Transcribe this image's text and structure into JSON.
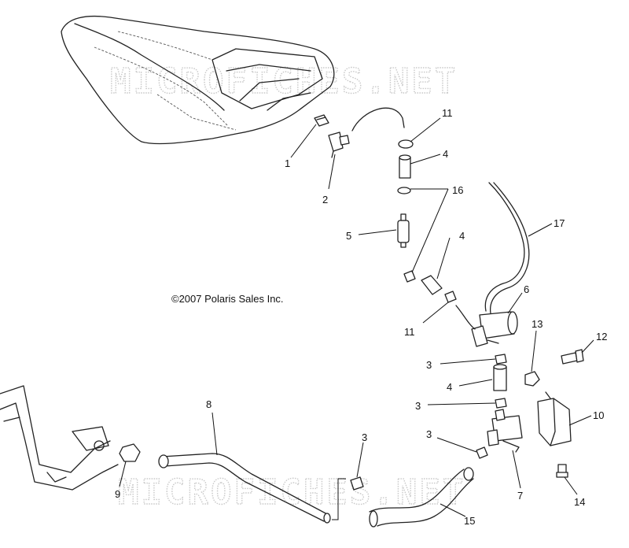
{
  "copyright": "©2007 Polaris Sales Inc.",
  "watermark": "MICROFICHES.NET",
  "callouts": [
    "1",
    "2",
    "11",
    "4",
    "16",
    "5",
    "17",
    "4",
    "6",
    "11",
    "13",
    "12",
    "3",
    "4",
    "3",
    "10",
    "8",
    "3",
    "3",
    "9",
    "7",
    "14",
    "15"
  ],
  "colors": {
    "line": "#222222",
    "watermark": "#c9c9c9",
    "background": "#ffffff"
  }
}
